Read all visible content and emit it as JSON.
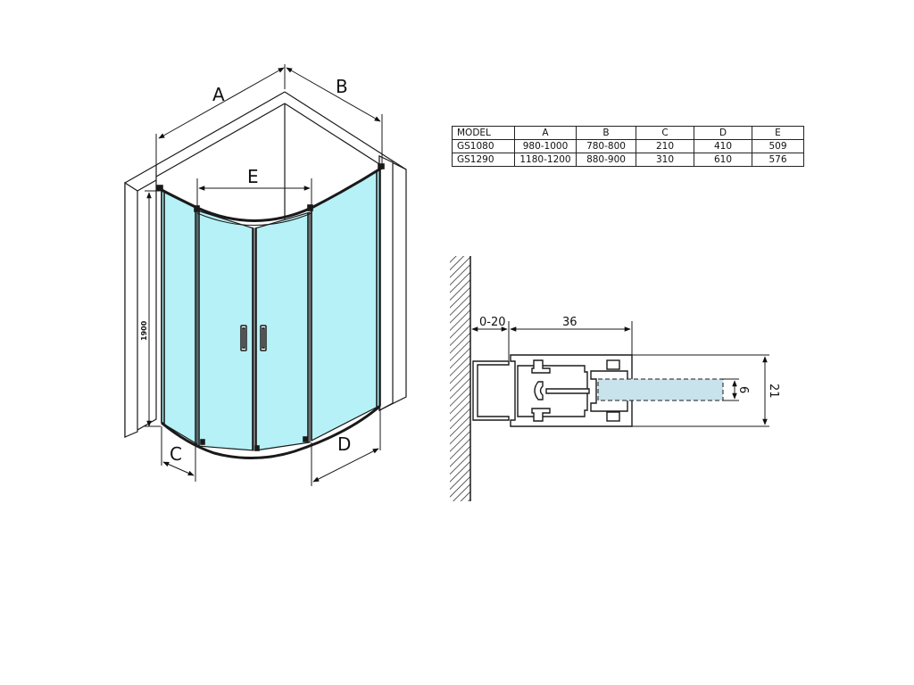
{
  "labels": {
    "A": "A",
    "B": "B",
    "C": "C",
    "D": "D",
    "E": "E",
    "height": "1900"
  },
  "table": {
    "headers": [
      "MODEL",
      "A",
      "B",
      "C",
      "D",
      "E"
    ],
    "rows": [
      [
        "GS1080",
        "980-1000",
        "780-800",
        "210",
        "410",
        "509"
      ],
      [
        "GS1290",
        "1180-1200",
        "880-900",
        "310",
        "610",
        "576"
      ]
    ]
  },
  "profile": {
    "gap": "0-20",
    "width": "36",
    "height": "21",
    "glass": "6"
  },
  "colors": {
    "glass": "#b5f1f6",
    "line": "#1a1a1a",
    "glass_detail": "#c8e3ec"
  }
}
